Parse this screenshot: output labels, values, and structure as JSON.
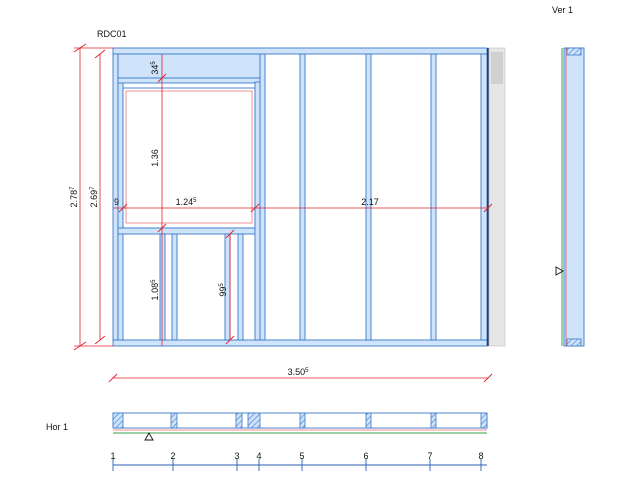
{
  "wall": {
    "name": "RDC01",
    "view_label_right": "Ver 1",
    "view_label_bottom": "Hor 1"
  },
  "dimensions": {
    "total_height": "2.78",
    "total_height_sup": "7",
    "inner_height": "2.69",
    "inner_height_sup": "7",
    "lintel": "34",
    "lintel_sup": "5",
    "window_height": "1.36",
    "left_gap": "9",
    "window_width": "1.24",
    "window_width_sup": "5",
    "right_width": "2.17",
    "sill_height": "1.08",
    "sill_height_sup": "5",
    "stud_height": "99",
    "stud_height_sup": "5",
    "total_width": "3.50",
    "total_width_sup": "5"
  },
  "axis_labels": [
    "1",
    "2",
    "3",
    "4",
    "5",
    "6",
    "7",
    "8"
  ],
  "colors": {
    "stud_fill": "#cfe4fb",
    "stud_stroke": "#3a78c8",
    "dimension": "#e0202a",
    "axis": "#2a5fb0"
  }
}
